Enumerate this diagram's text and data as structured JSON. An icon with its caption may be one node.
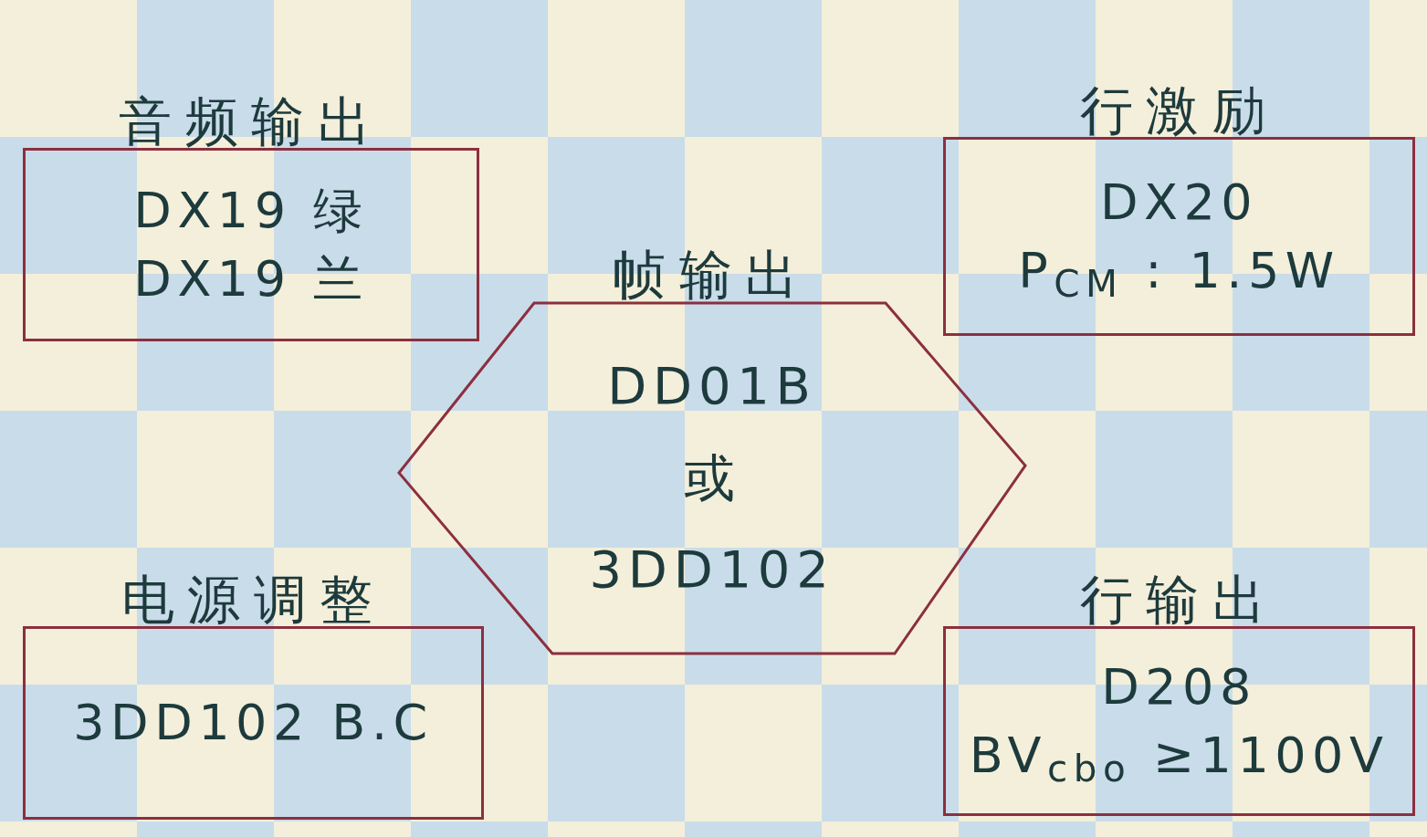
{
  "diagram": {
    "nodes": [
      {
        "text": [
          "音频输出",
          "DX19 绿",
          "DX19 兰"
        ]
      },
      {
        "text": [
          "行激励",
          "DX20",
          "P$_{CM}$ : 1.5W"
        ]
      },
      {
        "text": [
          "帧输出",
          "DD01B 或 3DD102"
        ]
      },
      {
        "text": [
          "电源调整",
          "3DD102 B.C"
        ]
      },
      {
        "text": [
          "行输出",
          "D208",
          "BV$_{cbo}$ ≥1100V"
        ]
      }
    ]
  }
}
